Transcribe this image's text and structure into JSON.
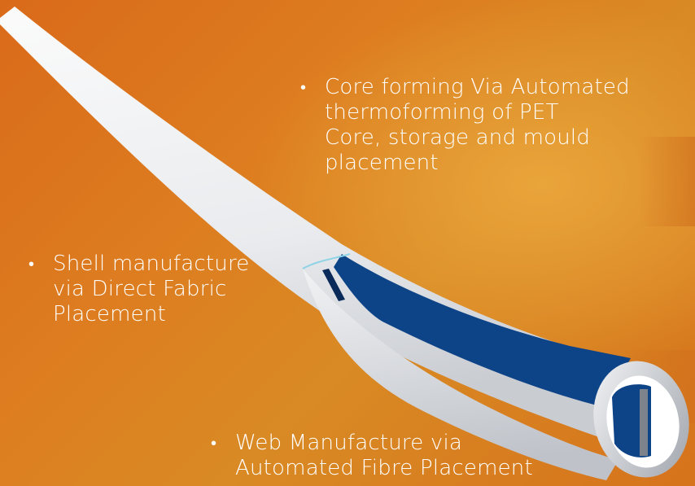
{
  "bullets": {
    "core_forming": {
      "marker": "•",
      "lines": [
        "Core forming Via Automated",
        "thermoforming of PET",
        "Core, storage and mould",
        "placement"
      ]
    },
    "shell_manufacture": {
      "marker": "•",
      "lines": [
        "Shell manufacture",
        "via Direct Fabric",
        "Placement"
      ]
    },
    "web_manufacture": {
      "marker": "•",
      "lines": [
        "Web Manufacture via",
        "Automated Fibre Placement"
      ]
    }
  },
  "colors": {
    "background": "#dd7d20",
    "blade_shell": "#eef0f2",
    "spar_cap": "#0d4387",
    "text": "#ffffff"
  }
}
